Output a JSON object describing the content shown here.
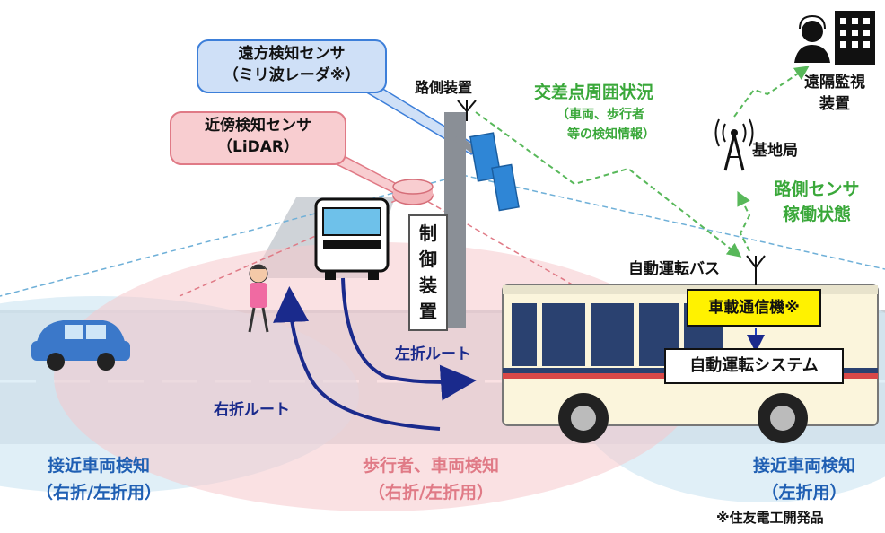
{
  "sensors": {
    "far": {
      "title": "遠方検知センサ",
      "sub": "（ミリ波レーダ※）"
    },
    "near": {
      "title": "近傍検知センサ",
      "sub": "（LiDAR）"
    }
  },
  "roadside_unit": "路側装置",
  "control_unit": [
    "制",
    "御",
    "装",
    "置"
  ],
  "intersection_status": {
    "title": "交差点周囲状況",
    "sub1": "（車両、歩行者",
    "sub2": "等の検知情報）"
  },
  "remote_monitor": [
    "遠隔監視",
    "装置"
  ],
  "base_station": "基地局",
  "sensor_status": [
    "路側センサ",
    "稼働状態"
  ],
  "bus_label": "自動運転バス",
  "onboard_comm": "車載通信機※",
  "auto_system": "自動運転システム",
  "routes": {
    "left": "左折ルート",
    "right": "右折ルート"
  },
  "detect_left": [
    "接近車両検知",
    "（右折/左折用）"
  ],
  "detect_center": [
    "歩行者、車両検知",
    "（右折/左折用）"
  ],
  "detect_right": [
    "接近車両検知",
    "（左折用）"
  ],
  "footnote": "※住友電工開発品"
}
